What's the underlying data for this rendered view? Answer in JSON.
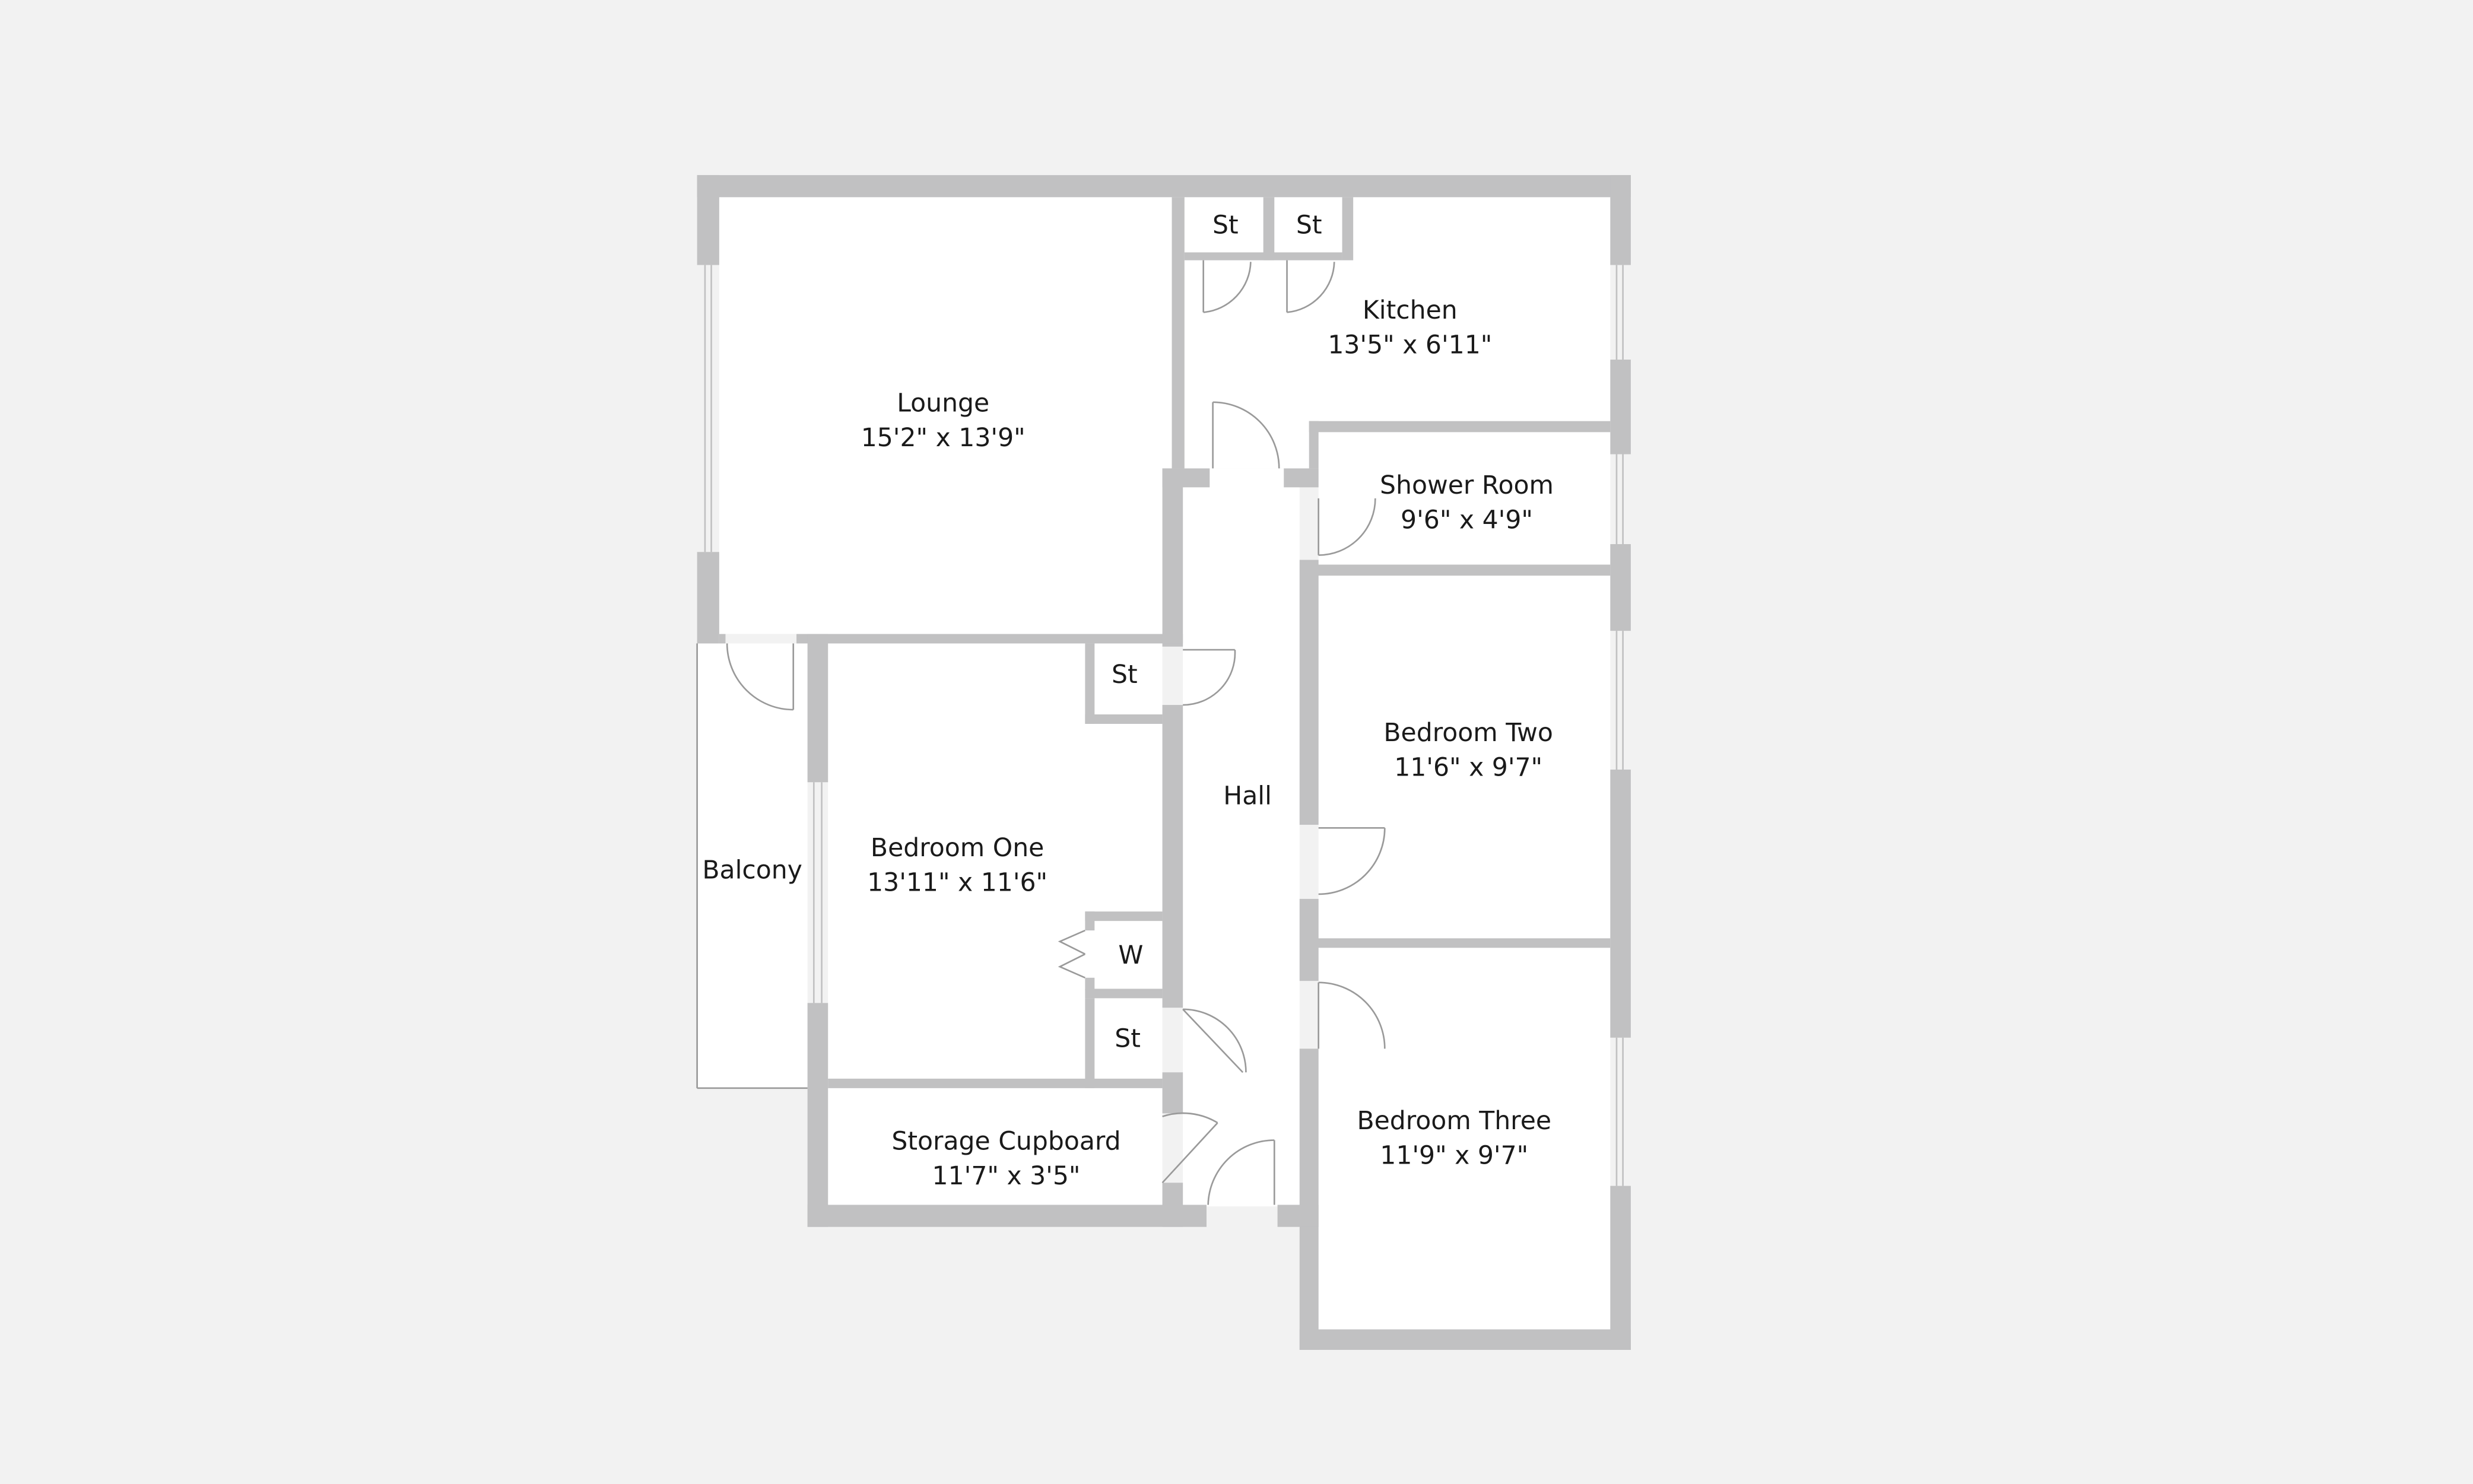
{
  "rooms": {
    "lounge": {
      "name": "Lounge",
      "dims": "15'2\" x 13'9\""
    },
    "kitchen": {
      "name": "Kitchen",
      "dims": "13'5\" x 6'11\""
    },
    "shower_room": {
      "name": "Shower Room",
      "dims": "9'6\" x 4'9\""
    },
    "bedroom_two": {
      "name": "Bedroom Two",
      "dims": "11'6\" x 9'7\""
    },
    "bedroom_one": {
      "name": "Bedroom One",
      "dims": "13'11\" x 11'6\""
    },
    "bedroom_three": {
      "name": "Bedroom Three",
      "dims": "11'9\" x 9'7\""
    },
    "storage_cupboard": {
      "name": "Storage Cupboard",
      "dims": "11'7\" x 3'5\""
    },
    "hall": {
      "name": "Hall"
    },
    "balcony": {
      "name": "Balcony"
    }
  },
  "small_labels": {
    "kitchen_store_1": "St",
    "kitchen_store_2": "St",
    "hall_store_upper": "St",
    "hall_store_lower": "St",
    "wardrobe": "W"
  },
  "colors": {
    "background": "#f2f2f2",
    "floor": "#ffffff",
    "wall": "#c1c1c2",
    "door_line": "#9a9a9a",
    "text": "#1a1a1a"
  }
}
